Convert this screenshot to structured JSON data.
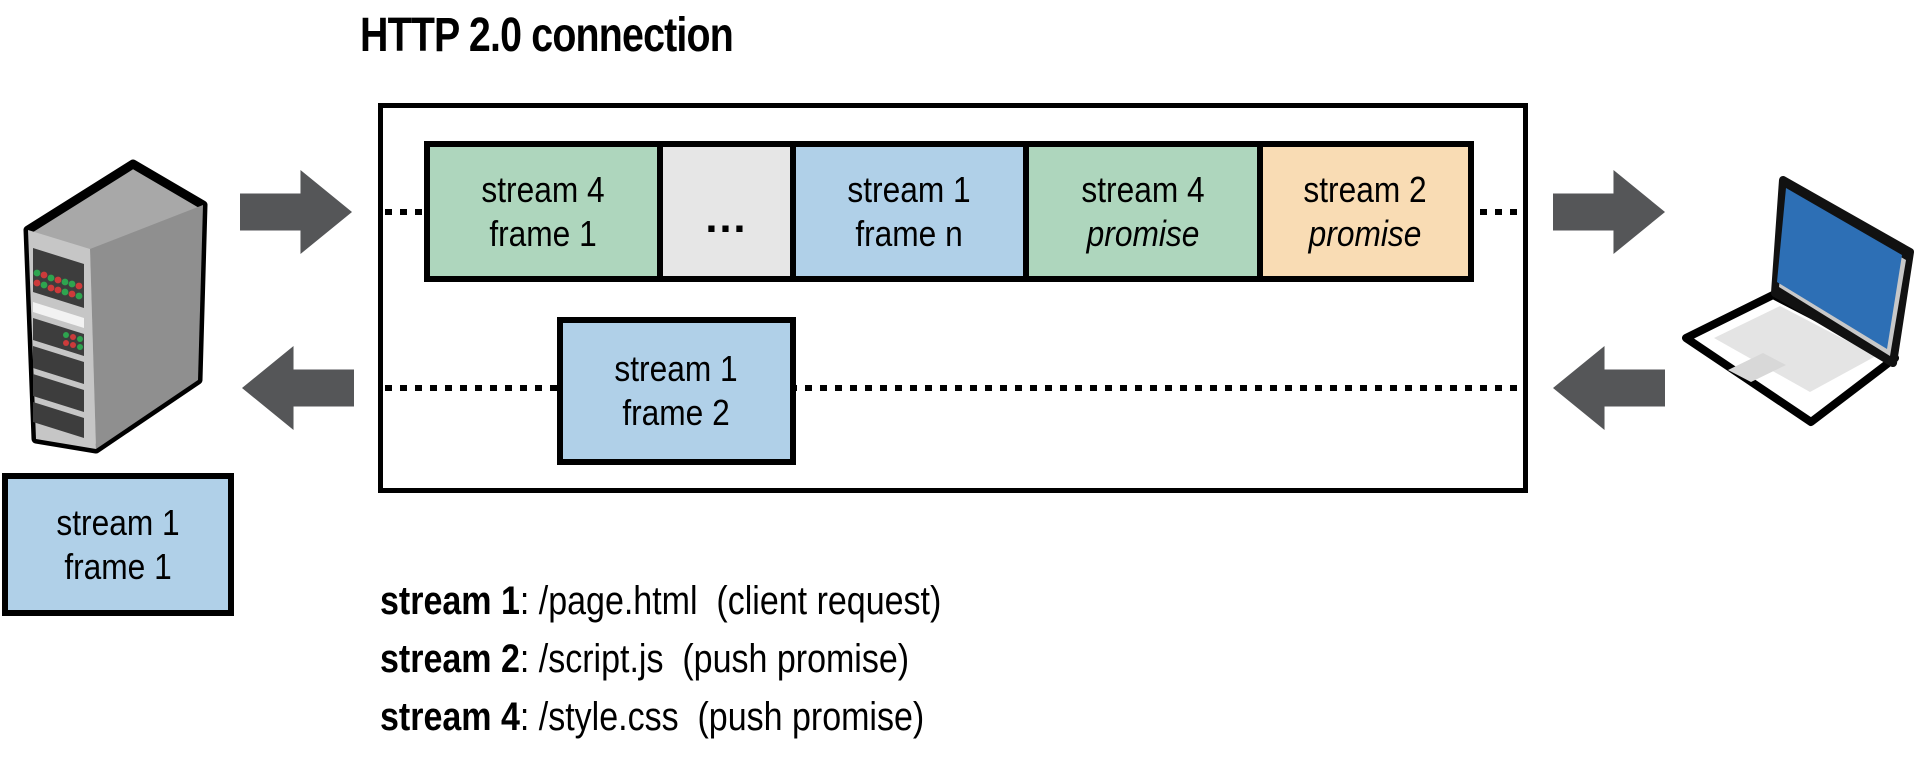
{
  "title": "HTTP 2.0 connection",
  "palette": {
    "stream1_blue": "#b0d0e8",
    "stream4_green": "#aed6bd",
    "stream2_orange": "#f9dcb4",
    "ellipsis_gray": "#e6e6e6",
    "arrow_gray": "#555658",
    "laptop_screen_blue": "#2d6fb5",
    "border_black": "#000000"
  },
  "connection": {
    "top_row": [
      {
        "line1": "stream 4",
        "line2": "frame 1",
        "fill": "#aed6bd"
      },
      {
        "line1": "…",
        "line2": "",
        "fill": "#e6e6e6"
      },
      {
        "line1": "stream 1",
        "line2": "frame n",
        "fill": "#b0d0e8"
      },
      {
        "line1": "stream 4",
        "line2": "promise",
        "fill": "#aed6bd"
      },
      {
        "line1": "stream 2",
        "line2": "promise",
        "fill": "#f9dcb4"
      }
    ],
    "return_frame": {
      "line1": "stream 1",
      "line2": "frame 2",
      "fill": "#b0d0e8"
    }
  },
  "server_frame": {
    "line1": "stream 1",
    "line2": "frame 1",
    "fill": "#b0d0e8"
  },
  "legend": [
    {
      "stream": "stream 1",
      "detail": ": /page.html  (client request)"
    },
    {
      "stream": "stream 2",
      "detail": ": /script.js  (push promise)"
    },
    {
      "stream": "stream 4",
      "detail": ": /style.css  (push promise)"
    }
  ]
}
